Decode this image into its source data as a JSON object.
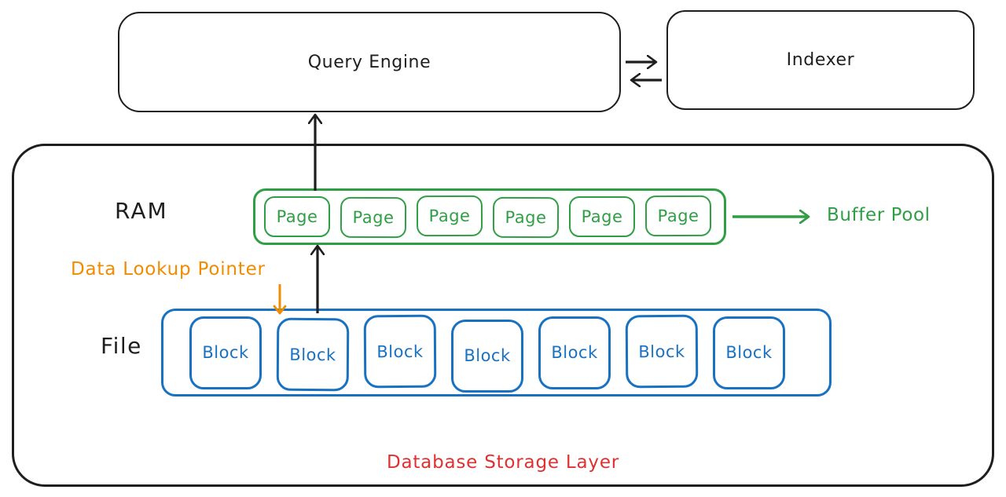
{
  "top": {
    "query_engine_label": "Query Engine",
    "indexer_label": "Indexer"
  },
  "storage_layer": {
    "title": "Database Storage Layer",
    "ram": {
      "label": "RAM",
      "pages": [
        "Page",
        "Page",
        "Page",
        "Page",
        "Page",
        "Page"
      ],
      "buffer_pool_label": "Buffer Pool"
    },
    "file": {
      "label": "File",
      "blocks": [
        "Block",
        "Block",
        "Block",
        "Block",
        "Block",
        "Block",
        "Block"
      ]
    },
    "data_lookup_pointer_label": "Data Lookup Pointer"
  },
  "colors": {
    "ink": "#1e1e1e",
    "green": "#2f9e44",
    "blue": "#1971c2",
    "orange": "#f08c00",
    "red": "#e03131"
  }
}
